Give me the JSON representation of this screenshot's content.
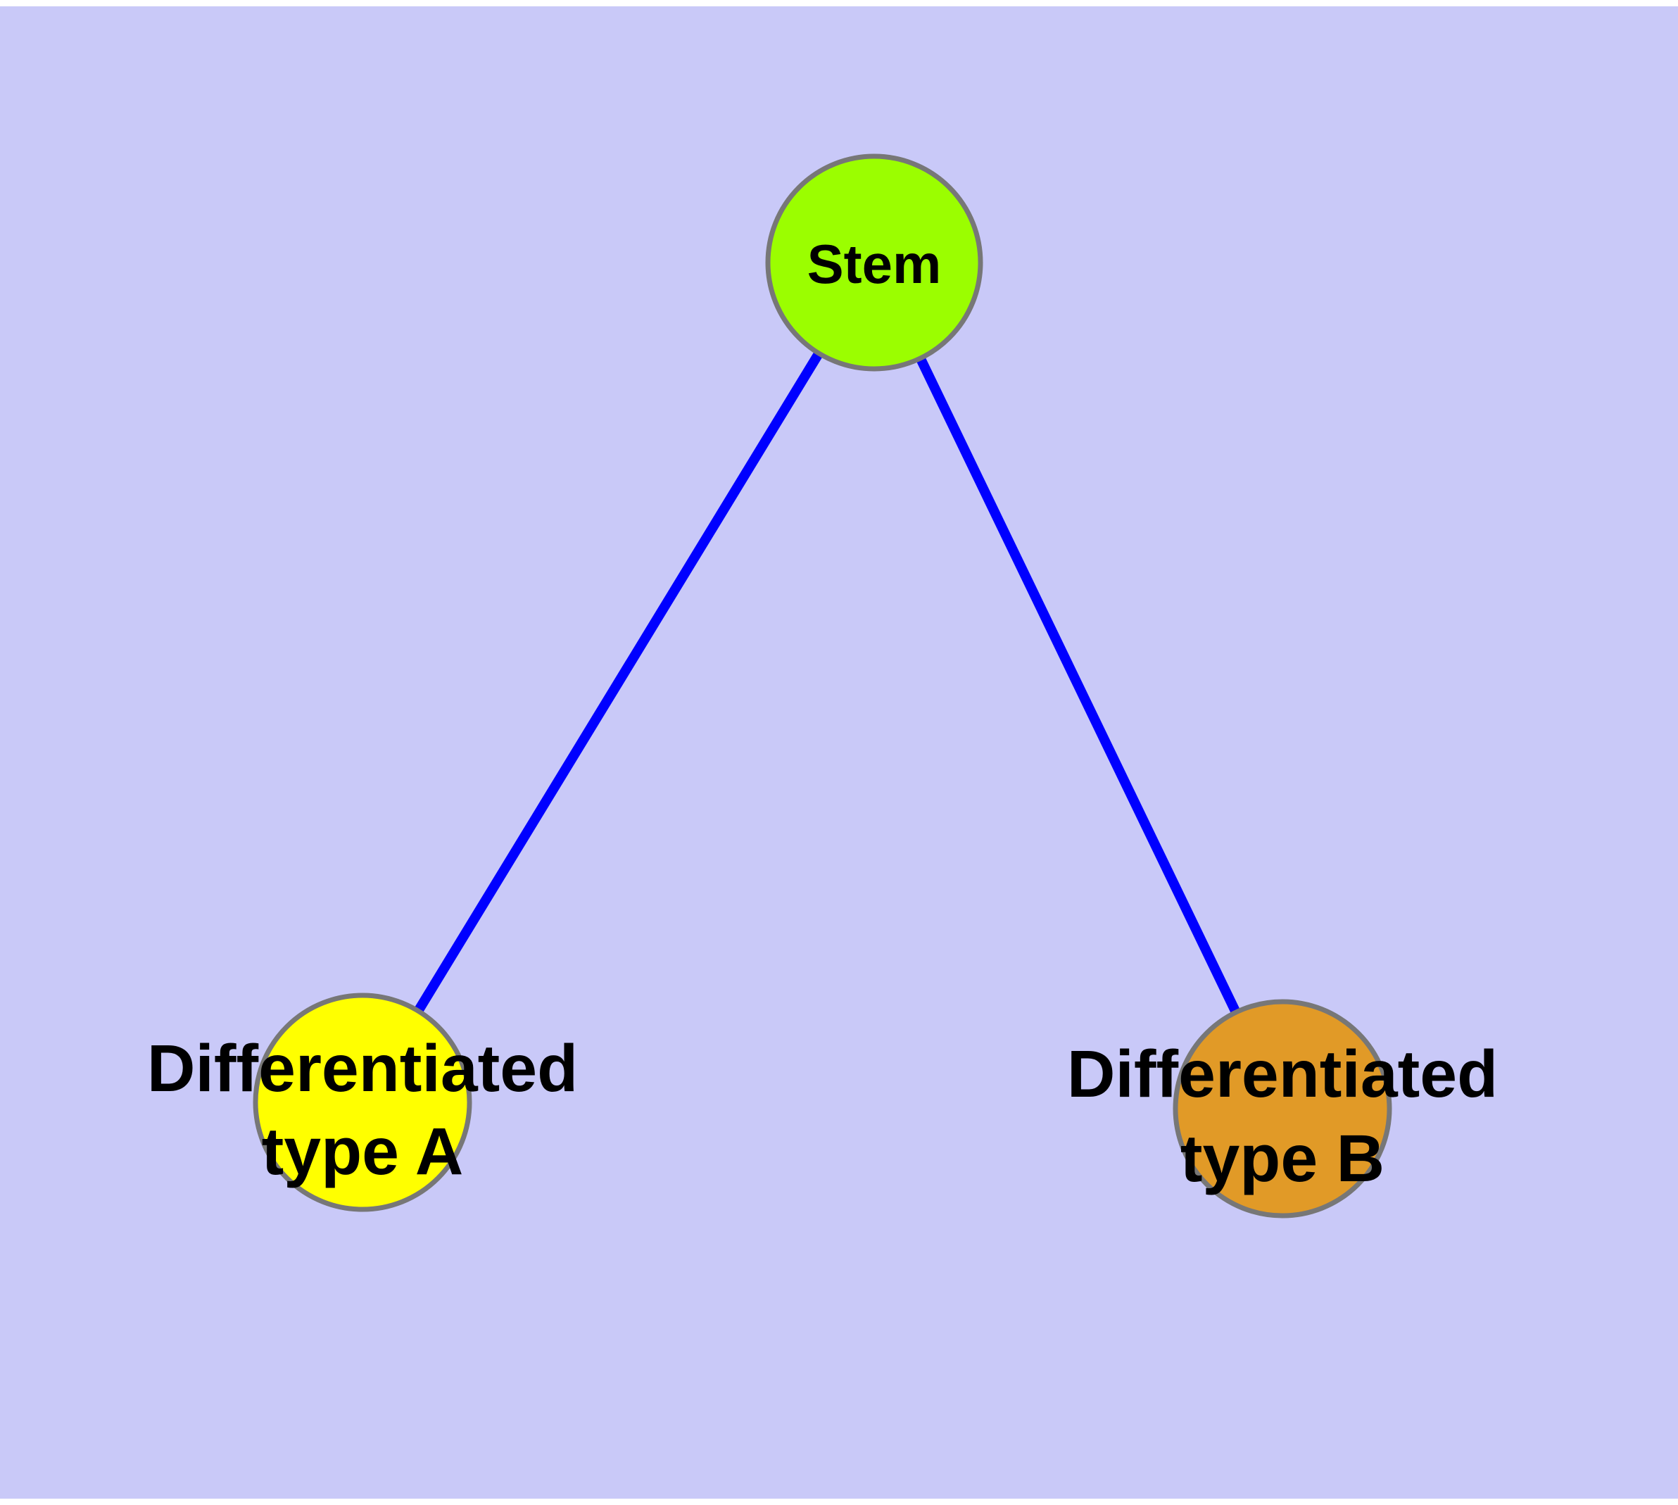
{
  "diagram": {
    "background_color": "#C9C9F8",
    "margin_color": "#FFFFFF",
    "edge_color": "#0000FF",
    "node_border_color": "#777777",
    "label_color": "#000000",
    "nodes": {
      "stem": {
        "label": "Stem",
        "fill": "#9BFE00"
      },
      "type_a": {
        "label_line1": "Differentiated",
        "label_line2": "type A",
        "fill": "#FFFF00"
      },
      "type_b": {
        "label_line1": "Differentiated",
        "label_line2": "type B",
        "fill": "#E19A27"
      }
    },
    "edges": [
      {
        "from": "Stem",
        "to": "Differentiated type A"
      },
      {
        "from": "Stem",
        "to": "Differentiated type B"
      }
    ]
  }
}
